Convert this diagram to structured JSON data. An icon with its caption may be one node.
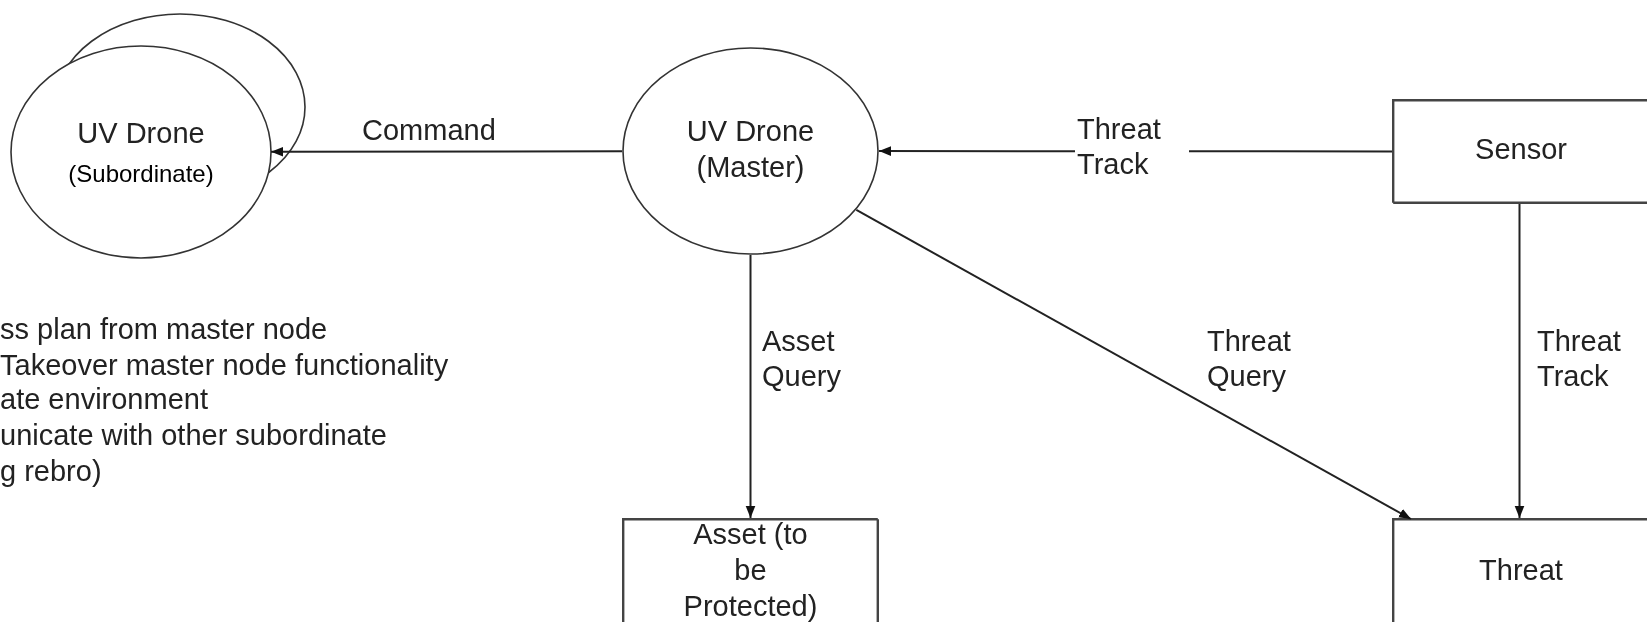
{
  "diagram": {
    "nodes": [
      {
        "text": [
          "UV Drone",
          "(Subordinate)"
        ]
      },
      {
        "text": [
          "UV Drone (Master)"
        ]
      },
      {
        "text": [
          "Sensor"
        ]
      },
      {
        "text": [
          "Asset (to be Protected)"
        ]
      },
      {
        "text": [
          "Threat"
        ]
      }
    ],
    "edges": [
      {
        "from": 1,
        "to": 0,
        "arrow": "to",
        "label": "Command"
      },
      {
        "from": 2,
        "to": 1,
        "arrow": "to",
        "label": "Threat Track"
      },
      {
        "from": 1,
        "to": 3,
        "arrow": "to",
        "label": "Asset Query"
      },
      {
        "from": 1,
        "to": 4,
        "arrow": "to",
        "label": "Threat Query"
      },
      {
        "from": 2,
        "to": 4,
        "arrow": "to",
        "label": "Threat Track"
      }
    ],
    "labels": [
      "ss plan from master node",
      "Takeover master node functionality",
      "ate environment",
      "unicate with other subordinate",
      "g rebro)"
    ]
  }
}
